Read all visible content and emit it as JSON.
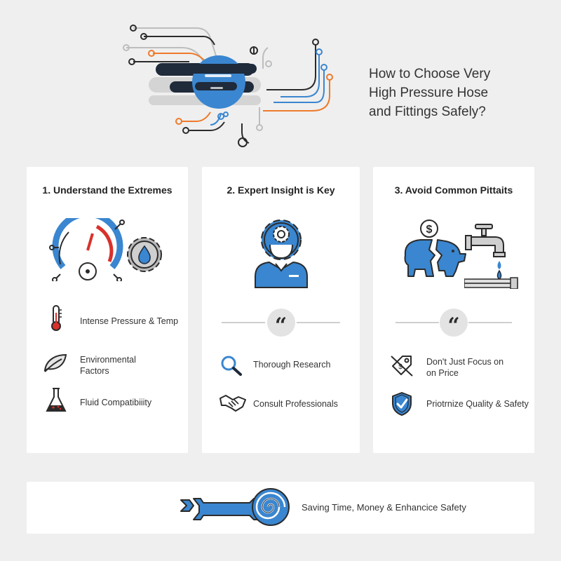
{
  "title": {
    "line1": "How to Choose Very",
    "line2": "High Pressure Hose",
    "line3": "and Fittings Safely?"
  },
  "colors": {
    "accent_blue": "#3a86d0",
    "dark_navy": "#1f2a3a",
    "accent_orange": "#ee7a2b",
    "gauge_red": "#d9312b",
    "card_bg": "#ffffff",
    "page_bg": "#efefef"
  },
  "cards": [
    {
      "title": "1. Understand the Extremes",
      "items": [
        {
          "icon": "thermometer-icon",
          "label": "Intense Pressure & Temp"
        },
        {
          "icon": "leaf-icon",
          "label_line1": "Environmental",
          "label_line2": "Factors"
        },
        {
          "icon": "flask-icon",
          "label": "Fluid Compatibiiity"
        }
      ]
    },
    {
      "title": "2. Expert Insight is Key",
      "quote": "“",
      "items": [
        {
          "icon": "magnifier-icon",
          "label": "Thorough Research"
        },
        {
          "icon": "handshake-icon",
          "label": "Consult Professionals"
        }
      ]
    },
    {
      "title": "3. Avoid Common Pittaits",
      "quote": "“",
      "items": [
        {
          "icon": "price-tag-icon",
          "label_line1": "Don't Just Focus on",
          "label_line2": "on Price"
        },
        {
          "icon": "shield-check-icon",
          "label": "Priotrnize Quality & Safety"
        }
      ]
    }
  ],
  "bottom": {
    "label": "Saving Time, Money & Enhancice Safety"
  },
  "hero_icons": {
    "hose-icon": "hose-icon",
    "circuit-lines-icon": "circuit-lines-icon",
    "gauge-icon": "gauge-icon",
    "gear-drop-icon": "gear-drop-icon",
    "expert-head-gear-icon": "expert-head-gear-icon",
    "broken-piggy-bank-icon": "broken-piggy-bank-icon",
    "faucet-pipe-icon": "faucet-pipe-icon",
    "wrench-spiral-icon": "wrench-spiral-icon"
  }
}
